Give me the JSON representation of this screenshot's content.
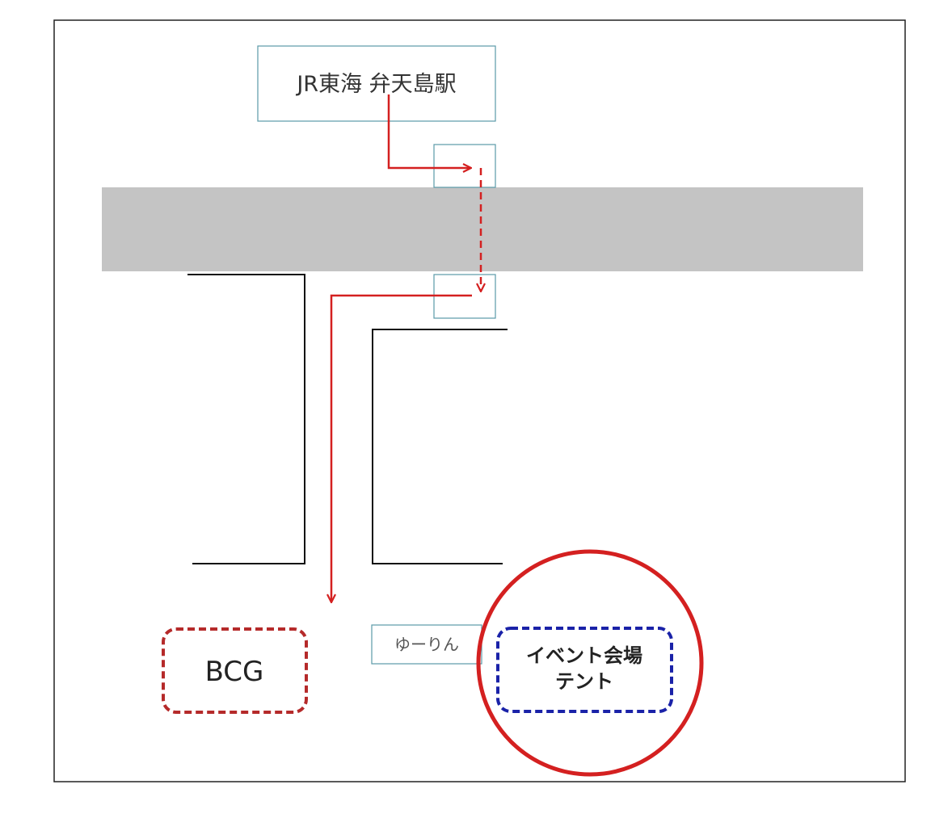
{
  "station": {
    "label": "JR東海 弁天島駅"
  },
  "bcg": {
    "label": "BCG"
  },
  "yurin": {
    "label": "ゆーりん"
  },
  "event_tent": {
    "line1": "イベント会場",
    "line2": "テント"
  },
  "colors": {
    "route": "#d42020",
    "highlight_circle": "#d42020",
    "bcg_border": "#b52a2a",
    "tent_border": "#1a22a8",
    "station_border": "#5a9aa8",
    "road": "#c4c4c4",
    "frame": "#222222"
  },
  "icons": {
    "route_arrow": "arrow-icon"
  }
}
